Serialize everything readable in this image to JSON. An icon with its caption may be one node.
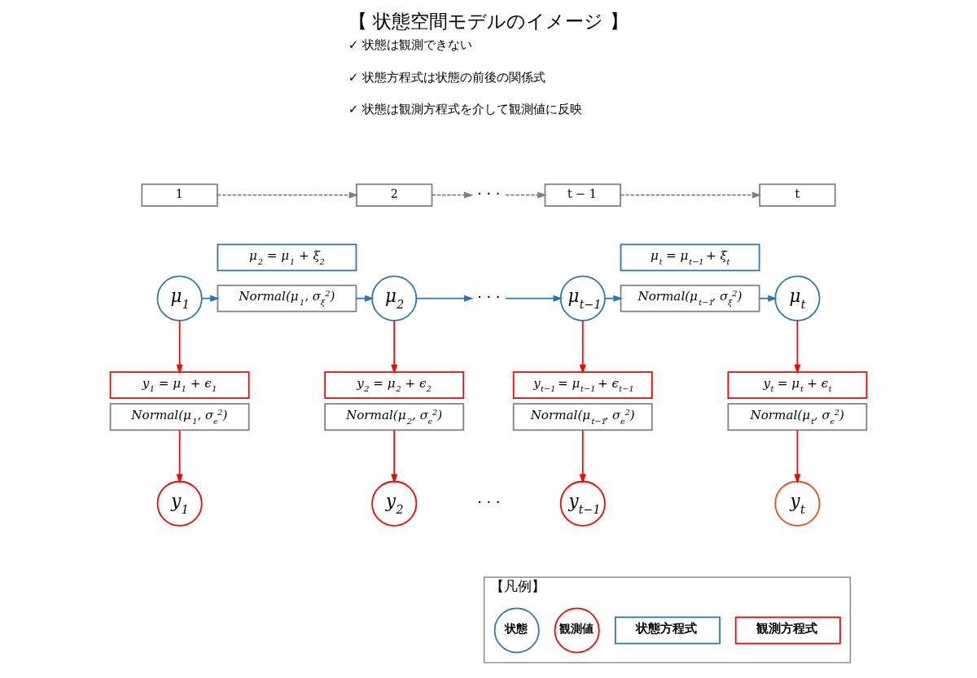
{
  "diagram": {
    "title": "【 状態空間モデルのイメージ 】",
    "nodes": [
      {
        "text": [
          "1"
        ]
      },
      {
        "text": [
          "2"
        ]
      },
      {
        "text": [
          "· · ·"
        ]
      },
      {
        "text": [
          "t − 1"
        ]
      },
      {
        "text": [
          "t"
        ]
      },
      {
        "text": [
          "μ$_{2}$ = μ$_{1}$ + ξ$_{2}$"
        ]
      },
      {
        "text": [
          "μ$_{t}$ = μ$_{t−1}$ + ξ$_{t}$"
        ]
      },
      {
        "text": [
          "μ$_{1}$"
        ]
      },
      {
        "text": [
          "Normal(μ$_{1}$, σ$_{ξ}$$^{2}$)"
        ]
      },
      {
        "text": [
          "μ$_{2}$"
        ]
      },
      {
        "text": [
          "· · ·"
        ]
      },
      {
        "text": [
          "μ$_{t−1}$"
        ]
      },
      {
        "text": [
          "Normal(μ$_{t−1}$, σ$_{ξ}$$^{2}$)"
        ]
      },
      {
        "text": [
          "μ$_{t}$"
        ]
      },
      {
        "text": [
          "y$_{1}$ = μ$_{1}$ + ϵ$_{1}$"
        ]
      },
      {
        "text": [
          "y$_{2}$ = μ$_{2}$ + ϵ$_{2}$"
        ]
      },
      {
        "text": [
          "y$_{t−1}$ = μ$_{t−1}$ + ϵ$_{t−1}$"
        ]
      },
      {
        "text": [
          "y$_{t}$ = μ$_{t}$ + ϵ$_{t}$"
        ]
      },
      {
        "text": [
          "Normal(μ$_{1}$, σ$_{ϵ}$$^{2}$)"
        ]
      },
      {
        "text": [
          "Normal(μ$_{2}$, σ$_{ϵ}$$^{2}$)"
        ]
      },
      {
        "text": [
          "Normal(μ$_{t−1}$, σ$_{ϵ}$$^{2}$)"
        ]
      },
      {
        "text": [
          "Normal(μ$_{t}$, σ$_{ϵ}$$^{2}$)"
        ]
      },
      {
        "text": [
          "y$_{1}$"
        ]
      },
      {
        "text": [
          "y$_{2}$"
        ]
      },
      {
        "text": [
          "y$_{t−1}$"
        ]
      },
      {
        "text": [
          "y$_{t}$"
        ]
      },
      {
        "text": [
          "【凡例】"
        ]
      },
      {
        "text": [
          "状態"
        ],
        "in": 26
      },
      {
        "text": [
          "観測値"
        ],
        "in": 26
      },
      {
        "text": [
          "状態方程式"
        ],
        "in": 26
      },
      {
        "text": [
          "観測方程式"
        ],
        "in": 26
      }
    ],
    "edges": [
      {
        "from": 0,
        "to": 1,
        "arrow": "to",
        "style": "dashed",
        "color": "#808080"
      },
      {
        "from": 1,
        "to": 2,
        "arrow": "to",
        "style": "dashed",
        "color": "#808080"
      },
      {
        "from": 2,
        "to": 3,
        "arrow": "to",
        "style": "dashed",
        "color": "#808080"
      },
      {
        "from": 3,
        "to": 4,
        "arrow": "to",
        "style": "dashed",
        "color": "#808080"
      },
      {
        "from": 7,
        "to": 8,
        "arrow": "to",
        "color": "#2e75b6"
      },
      {
        "from": 8,
        "to": 9,
        "arrow": "to",
        "color": "#2e75b6"
      },
      {
        "from": 9,
        "to": 10,
        "arrow": "to",
        "color": "#2e75b6"
      },
      {
        "from": 10,
        "to": 11,
        "arrow": "to",
        "color": "#2e75b6"
      },
      {
        "from": 11,
        "to": 12,
        "arrow": "to",
        "color": "#2e75b6"
      },
      {
        "from": 12,
        "to": 13,
        "arrow": "to",
        "color": "#2e75b6"
      },
      {
        "from": 7,
        "to": 14,
        "arrow": "to"
      },
      {
        "from": 9,
        "to": 15,
        "arrow": "to"
      },
      {
        "from": 11,
        "to": 16,
        "arrow": "to"
      },
      {
        "from": 13,
        "to": 17,
        "arrow": "to"
      },
      {
        "from": 18,
        "to": 22,
        "arrow": "to"
      },
      {
        "from": 19,
        "to": 23,
        "arrow": "to"
      },
      {
        "from": 20,
        "to": 24,
        "arrow": "to"
      },
      {
        "from": 21,
        "to": 25,
        "arrow": "to"
      }
    ],
    "labels": [
      "✓ 状態は観測できない",
      "✓ 状態方程式は状態の前後の関係式",
      "✓ 状態は観測方程式を介して観測値に反映",
      "· · ·"
    ]
  }
}
